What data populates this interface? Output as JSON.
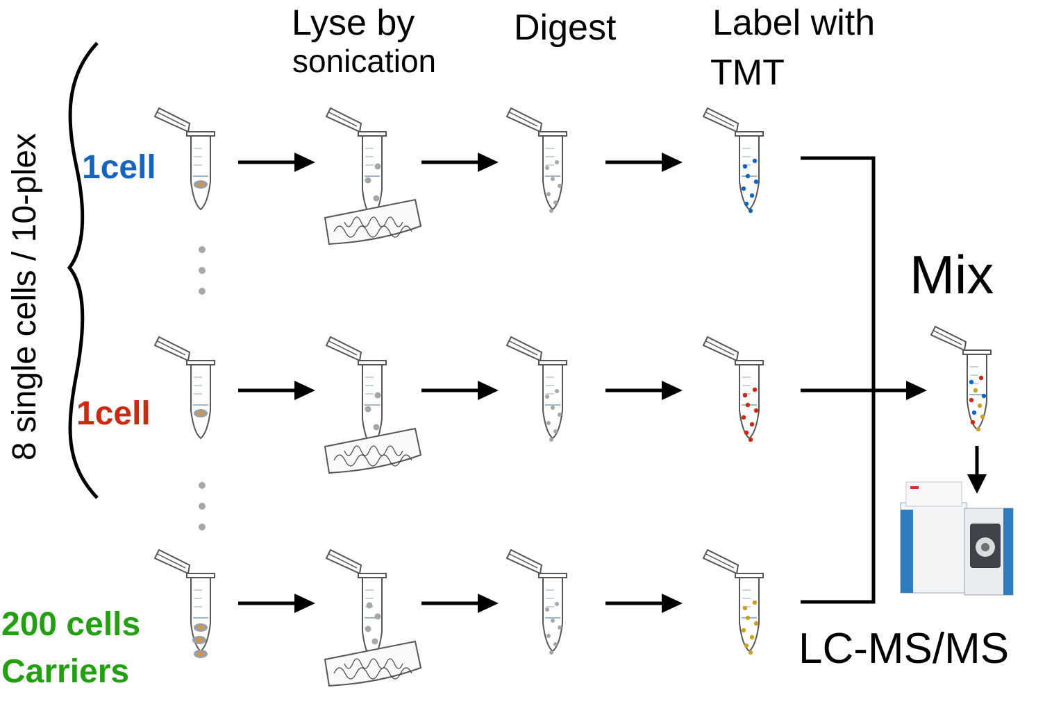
{
  "steps": {
    "lyse_line1": "Lyse by",
    "lyse_line2": "sonication",
    "digest": "Digest",
    "label_line1": "Label with",
    "label_line2": "TMT",
    "mix": "Mix",
    "lcms": "LC-MS/MS"
  },
  "side_label": "8 single cells / 10-plex",
  "rows": [
    {
      "label_line1": "1cell",
      "label_line2": "",
      "label_color": "#1565c0",
      "dot_color": "#1565c0"
    },
    {
      "label_line1": "1cell",
      "label_line2": "",
      "label_color": "#cc2a10",
      "dot_color": "#cc2a10"
    },
    {
      "label_line1": "200 cells",
      "label_line2": "Carriers",
      "label_color": "#22a012",
      "dot_color": "#c9a227"
    }
  ],
  "colors": {
    "ink": "#000000",
    "tube_outline": "#555555",
    "ellipsis_dots": "#a6a6a6",
    "cell_fill": "#9e9e9e",
    "cell_core": "#e8902c",
    "peptide_gray": "#a6a6a6",
    "instrument_blue": "#2f7bbf"
  },
  "icons": [
    "microcentrifuge-tube-icon",
    "sonicator-probe-icon",
    "mass-spectrometer-icon",
    "arrow-right-icon",
    "arrow-down-icon",
    "curly-brace-icon"
  ]
}
